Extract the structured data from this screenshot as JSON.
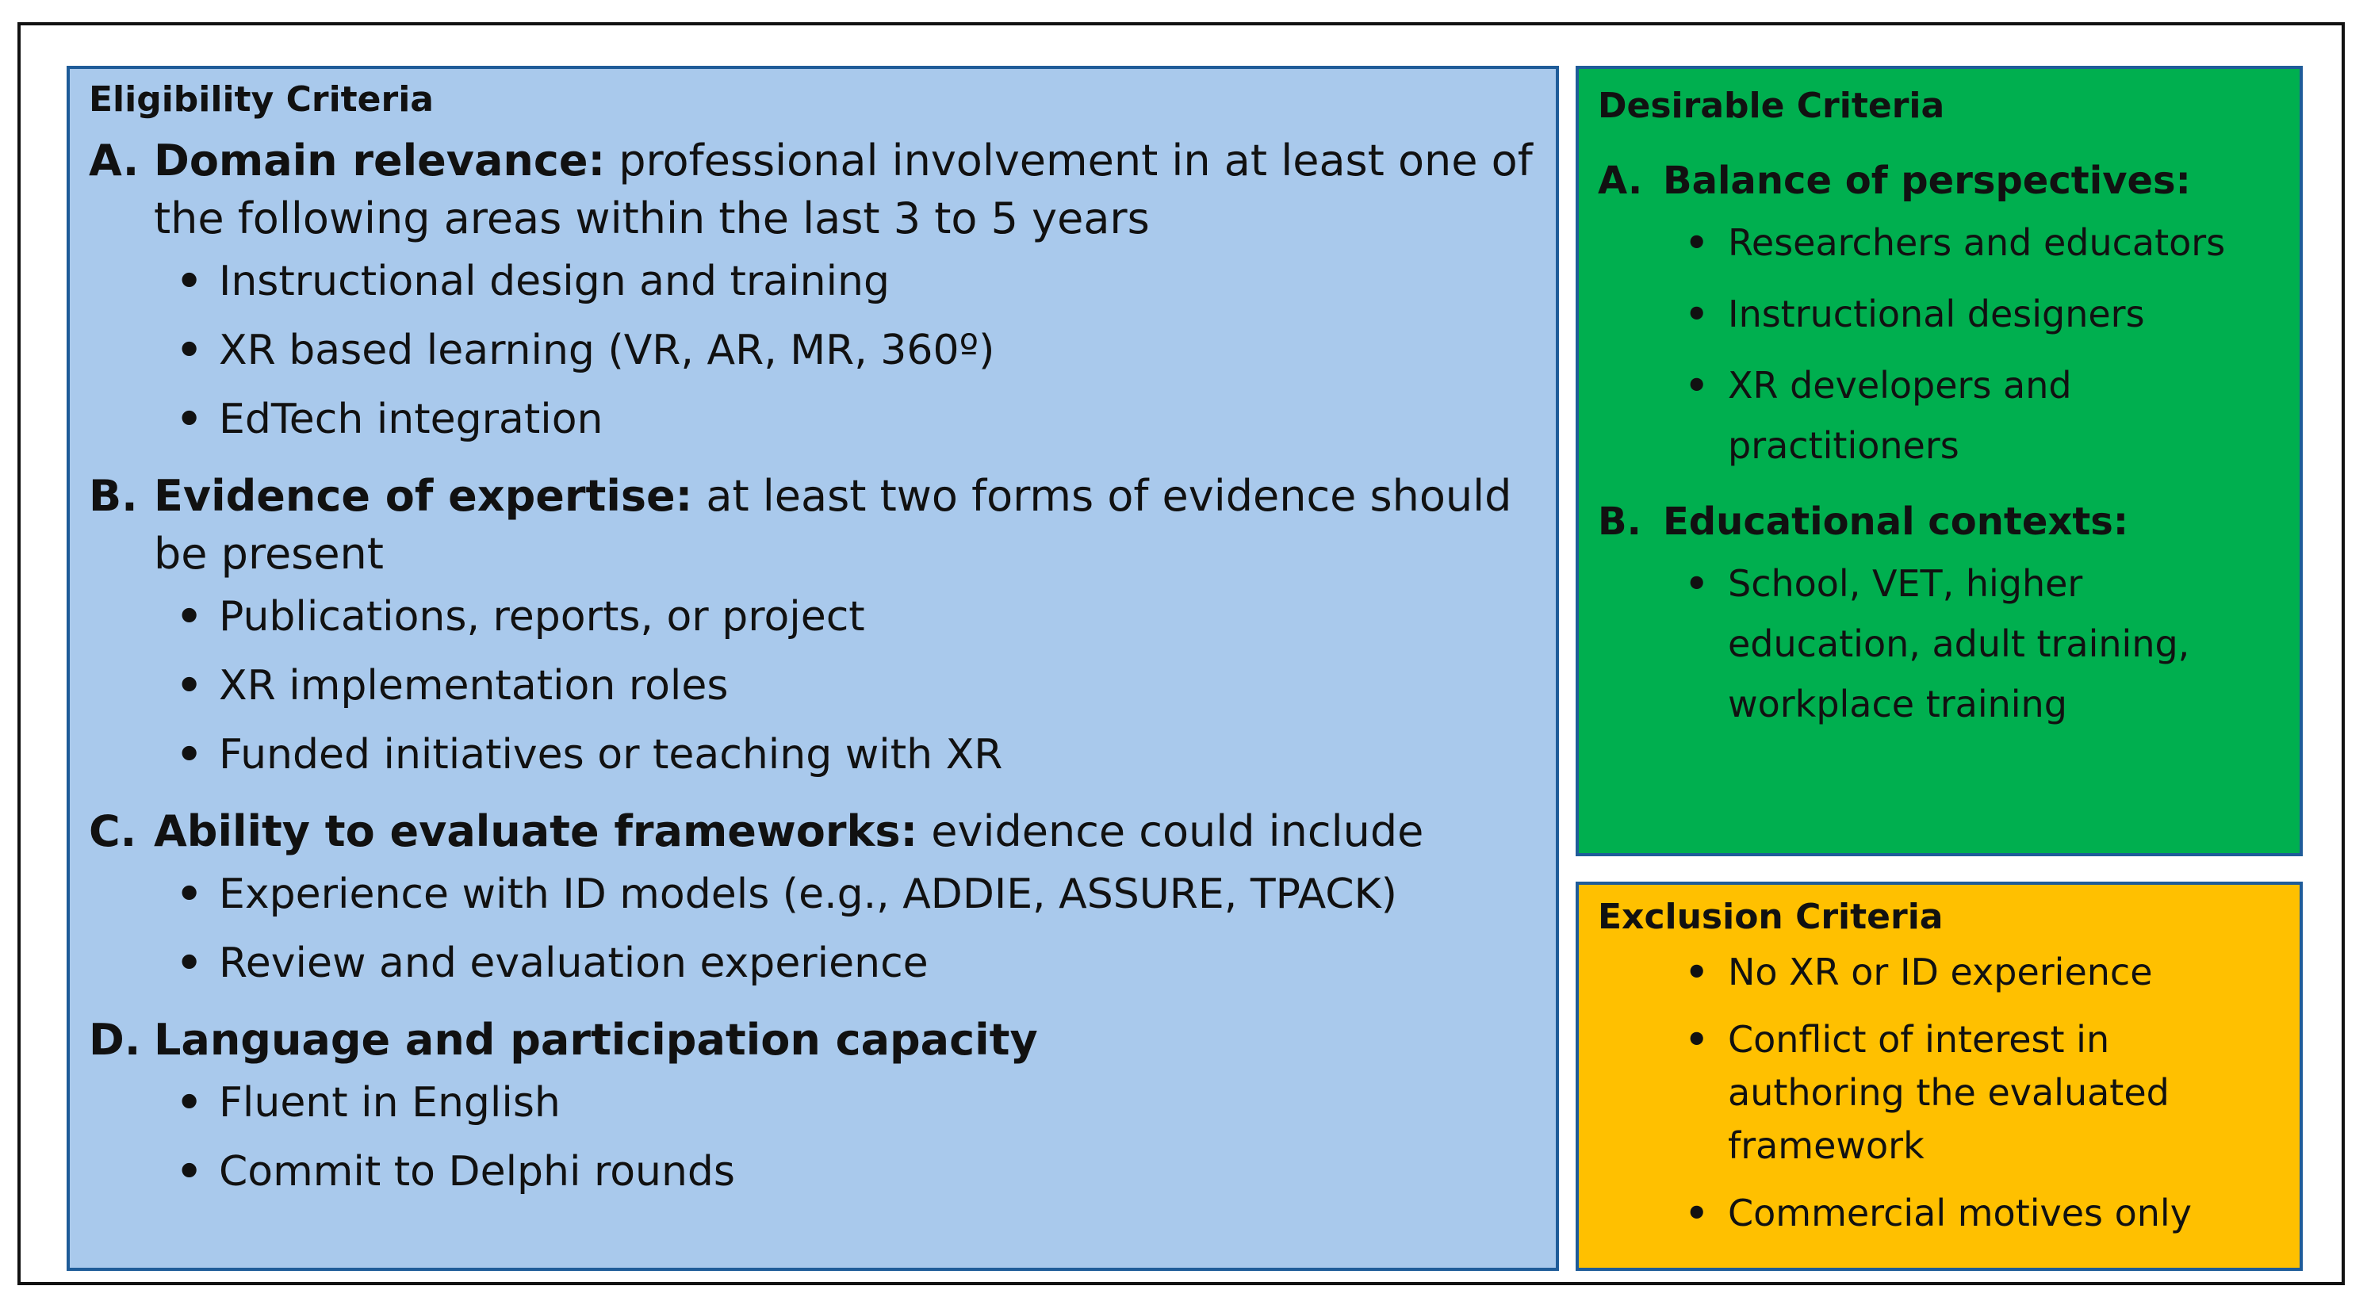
{
  "colors": {
    "eligibility_bg": "#a9c9ec",
    "desirable_bg": "#00af4f",
    "exclusion_bg": "#ffc000",
    "panel_border": "#1f5c99",
    "frame_border": "#111111"
  },
  "eligibility": {
    "title": "Eligibility Criteria",
    "sections": [
      {
        "letter": "A.",
        "heading": "Domain relevance:",
        "text": " professional involvement in at least one of the following areas within the last 3 to 5 years",
        "bullets": [
          "Instructional design and training",
          "XR based learning (VR, AR, MR, 360º)",
          "EdTech integration"
        ]
      },
      {
        "letter": "B.",
        "heading": "Evidence of expertise:",
        "text": " at least two forms of evidence should be present",
        "bullets": [
          "Publications, reports, or project",
          "XR implementation roles",
          "Funded initiatives or teaching with XR"
        ]
      },
      {
        "letter": "C.",
        "heading": "Ability to evaluate frameworks:",
        "text": " evidence could include",
        "bullets": [
          "Experience with ID models (e.g., ADDIE, ASSURE, TPACK)",
          "Review and evaluation experience"
        ]
      },
      {
        "letter": "D.",
        "heading": "Language and participation capacity",
        "text": "",
        "bullets": [
          "Fluent in English",
          "Commit to Delphi rounds"
        ]
      }
    ]
  },
  "desirable": {
    "title": "Desirable Criteria",
    "sections": [
      {
        "letter": "A.",
        "heading": "Balance of perspectives:",
        "bullets": [
          "Researchers and educators",
          "Instructional designers",
          "XR developers and practitioners"
        ]
      },
      {
        "letter": "B.",
        "heading": "Educational contexts:",
        "bullets": [
          "School, VET, higher education, adult training, workplace training"
        ]
      }
    ]
  },
  "exclusion": {
    "title": "Exclusion Criteria",
    "bullets": [
      "No XR or ID experience",
      "Conflict of interest in authoring the evaluated framework",
      "Commercial motives only"
    ]
  }
}
